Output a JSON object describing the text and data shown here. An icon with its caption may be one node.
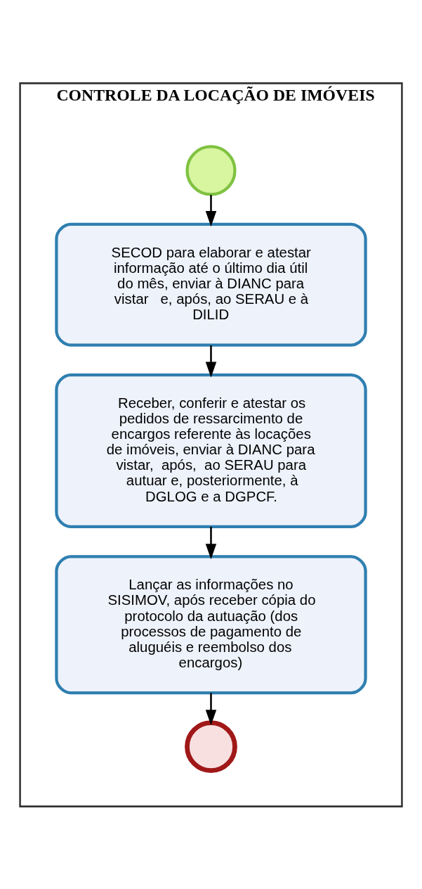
{
  "diagram": {
    "nodes": [
      {
        "text": [
          "CONTROLE DA LOCAÇÃO DE IMÓVEIS"
        ]
      },
      {
        "text": [],
        "shape": "circle",
        "in": 0
      },
      {
        "text": [
          "SECOD para elaborar e atestar informação até o último dia útil do mês, enviar à DIANC para vistar   e, após, ao SERAU e à DILID"
        ],
        "in": 0
      },
      {
        "text": [
          "Receber, conferir e atestar os pedidos de ressarcimento de encargos referente às locações de imóveis, enviar à DIANC para vistar,  após,  ao SERAU para autuar e, posteriormente, à DGLOG e a DGPCF."
        ],
        "in": 0
      },
      {
        "text": [
          "Lançar as informações no SISIMOV, após receber cópia do protocolo da autuação (dos processos de pagamento de aluguéis e reembolso dos encargos)"
        ],
        "in": 0
      },
      {
        "text": [],
        "shape": "circle",
        "in": 0
      }
    ],
    "edges": [
      {
        "from": 1,
        "to": 2,
        "arrow": "to"
      },
      {
        "from": 2,
        "to": 3,
        "arrow": "to"
      },
      {
        "from": 3,
        "to": 4,
        "arrow": "to"
      },
      {
        "from": 4,
        "to": 5,
        "arrow": "to"
      }
    ]
  }
}
